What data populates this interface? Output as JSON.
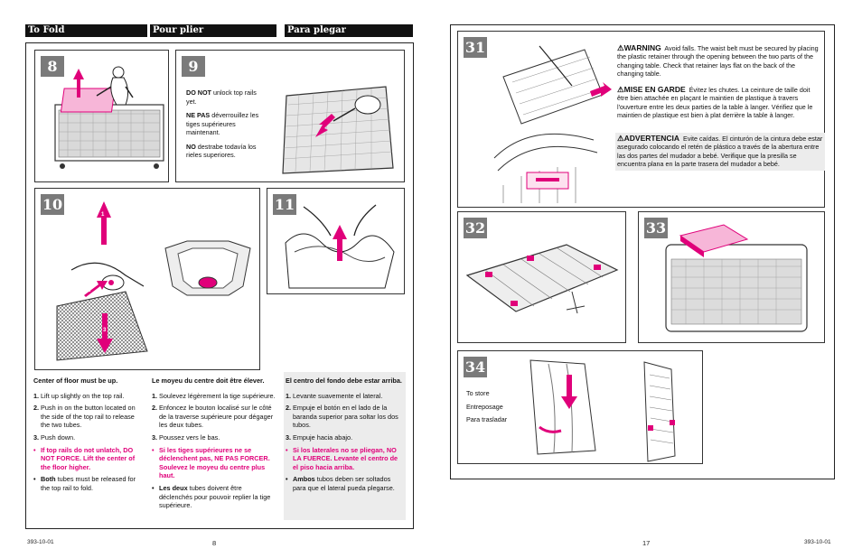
{
  "left_page": {
    "headers": [
      "To Fold",
      "Pour plier",
      "Para plegar"
    ],
    "steps": {
      "s8": "8",
      "s9": "9",
      "s10": "10",
      "s11": "11"
    },
    "step9_text": {
      "en_bold": "DO NOT",
      "en_rest": " unlock top rails yet.",
      "fr_bold": "NE PAS",
      "fr_rest": " déverrouillez les tiges supérieures maintenant.",
      "es_bold": "NO",
      "es_rest": " destrabe todavía los rieles superiores."
    },
    "arrow_labels": [
      "1",
      "2",
      "3"
    ],
    "en": {
      "title": "Center of floor must be up.",
      "items": [
        {
          "n": "1.",
          "t": "Lift up slightly on the top rail."
        },
        {
          "n": "2.",
          "t": "Push in on the button located on the side of the top rail to release the two tubes."
        },
        {
          "n": "3.",
          "t": "Push down."
        }
      ],
      "warn": "If top rails do not unlatch, DO NOT FORCE. Lift the center of the floor higher.",
      "both_bold": "Both",
      "both_rest": " tubes must be released for the top rail to fold."
    },
    "fr": {
      "title": "Le moyeu du centre doit être élever.",
      "items": [
        {
          "n": "1.",
          "t": "Soulevez légèrement la tige supérieure."
        },
        {
          "n": "2.",
          "t": "Enfoncez le bouton localisé sur le côté de la traverse supérieure pour dégager les deux tubes."
        },
        {
          "n": "3.",
          "t": "Poussez vers le bas."
        }
      ],
      "warn": "Si les tiges supérieures ne se déclenchent pas, NE PAS FORCER. Soulevez le moyeu du centre plus haut.",
      "both_bold": "Les deux",
      "both_rest": " tubes doivent être déclenchés pour pouvoir replier la tige supérieure."
    },
    "es": {
      "title": "El centro del fondo debe estar arriba.",
      "items": [
        {
          "n": "1.",
          "t": "Levante suavemente el lateral."
        },
        {
          "n": "2.",
          "t": "Empuje el botón en el lado de la baranda superior para soltar los dos tubos."
        },
        {
          "n": "3.",
          "t": "Empuje hacia abajo."
        }
      ],
      "warn": "Si los laterales no se pliegan, NO LA FUERCE. Levante el centro de el piso hacia arriba.",
      "both_bold": "Ambos",
      "both_rest": " tubos deben ser soltados para que el lateral pueda plegarse."
    },
    "footer_code": "393-10-01",
    "page_number": "8"
  },
  "right_page": {
    "steps": {
      "s31": "31",
      "s32": "32",
      "s33": "33",
      "s34": "34"
    },
    "warning_en_label": "WARNING",
    "warning_en": "Avoid falls. The waist belt must be secured by placing the plastic retainer through the opening between the two parts of the changing table. Check that retainer lays flat on the back of the changing table.",
    "warning_fr_label": "MISE EN GARDE",
    "warning_fr": "Évitez les chutes. La ceinture de taille doit être bien attachée en plaçant le maintien de plastique à travers l'ouverture entre les deux parties de la table à langer. Vérifiez que le maintien de plastique est bien à plat derrière la table à langer.",
    "warning_es_label": "ADVERTENCIA",
    "warning_es": "Evite caídas. El cinturón de la cintura debe estar asegurado colocando el retén de plástico a través de la abertura entre las dos partes del mudador a bebé. Verifique que la presilla se encuentra plana en la parte trasera del mudador a bebé.",
    "store_labels": [
      "To store",
      "Entreposage",
      "Para trasladar"
    ],
    "footer_code": "393-10-01",
    "page_number": "17"
  },
  "colors": {
    "accent": "#e0007a",
    "step_box": "#7a7a7a",
    "mesh": "#555555"
  }
}
